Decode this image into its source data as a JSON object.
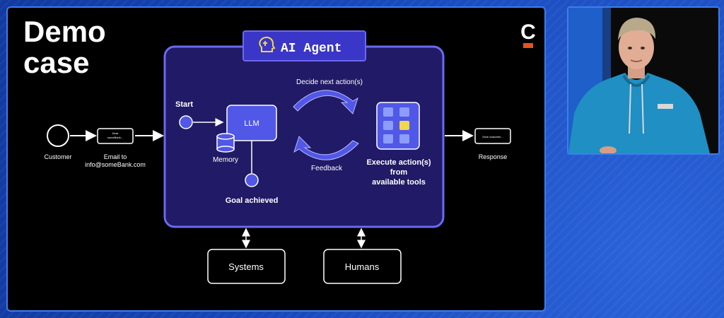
{
  "slide": {
    "title": "Demo\ncase"
  },
  "brand": {
    "logo_letter": "C",
    "accent": "#e8521d"
  },
  "agent": {
    "header_label": "AI Agent",
    "box_color": "#211a66",
    "border_color": "#6b6af0",
    "start_label": "Start",
    "llm_label": "LLM",
    "memory_label": "Memory",
    "goal_label": "Goal achieved",
    "decide_label": "Decide next action(s)",
    "feedback_label": "Feedback",
    "execute_label_1": "Execute action(s)",
    "execute_label_2": "from",
    "execute_label_3": "available tools"
  },
  "flow": {
    "customer_label": "Customer",
    "email_label_1": "Email to",
    "email_label_2": "info@someBank.com",
    "email_doc_line_1": "Dear",
    "email_doc_line_2": "someBank...",
    "response_label": "Response",
    "response_doc_text": "Dear customer..."
  },
  "bottom": {
    "systems_label": "Systems",
    "humans_label": "Humans"
  },
  "colors": {
    "node_fill": "#5157e6",
    "arrow_fill": "#5157e6",
    "highlight_cell": "#f2d74a",
    "stage_blue": "#1646b8"
  },
  "icons": {
    "agent_icon": "head-idea-icon",
    "tools_icon": "tool-grid-icon"
  }
}
